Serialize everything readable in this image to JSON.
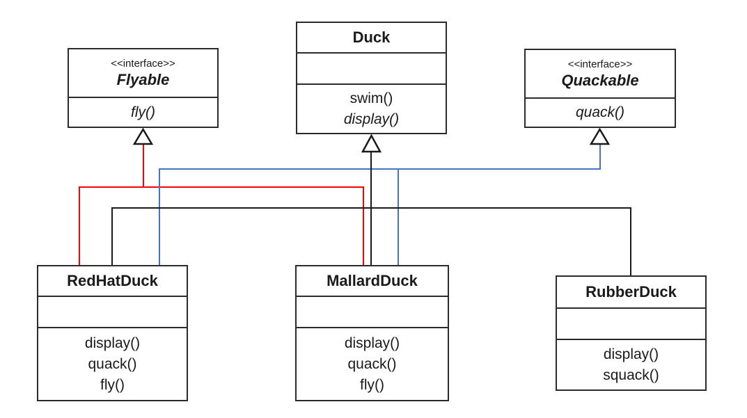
{
  "colors": {
    "flyable_edge": "#fe0000",
    "duck_edge": "#1a1a1a",
    "quackable_edge": "#4472c4",
    "box_border": "#2b2b2b",
    "background": "#ffffff"
  },
  "classes": {
    "flyable": {
      "stereotype": "<<interface>>",
      "name": "Flyable",
      "methods": [
        "fly()"
      ]
    },
    "duck": {
      "name": "Duck",
      "methods": [
        "swim()",
        "display()"
      ]
    },
    "quackable": {
      "stereotype": "<<interface>>",
      "name": "Quackable",
      "methods": [
        "quack()"
      ]
    },
    "redhatduck": {
      "name": "RedHatDuck",
      "methods": [
        "display()",
        "quack()",
        "fly()"
      ]
    },
    "mallardduck": {
      "name": "MallardDuck",
      "methods": [
        "display()",
        "quack()",
        "fly()"
      ]
    },
    "rubberduck": {
      "name": "RubberDuck",
      "methods": [
        "display()",
        "squack()"
      ]
    }
  },
  "relationships": [
    {
      "from": "RedHatDuck",
      "to": "Flyable",
      "type": "realization",
      "color": "#fe0000"
    },
    {
      "from": "MallardDuck",
      "to": "Flyable",
      "type": "realization",
      "color": "#fe0000"
    },
    {
      "from": "RedHatDuck",
      "to": "Duck",
      "type": "generalization",
      "color": "#1a1a1a"
    },
    {
      "from": "MallardDuck",
      "to": "Duck",
      "type": "generalization",
      "color": "#1a1a1a"
    },
    {
      "from": "RubberDuck",
      "to": "Duck",
      "type": "generalization",
      "color": "#1a1a1a"
    },
    {
      "from": "RedHatDuck",
      "to": "Quackable",
      "type": "realization",
      "color": "#4472c4"
    },
    {
      "from": "MallardDuck",
      "to": "Quackable",
      "type": "realization",
      "color": "#4472c4"
    }
  ]
}
